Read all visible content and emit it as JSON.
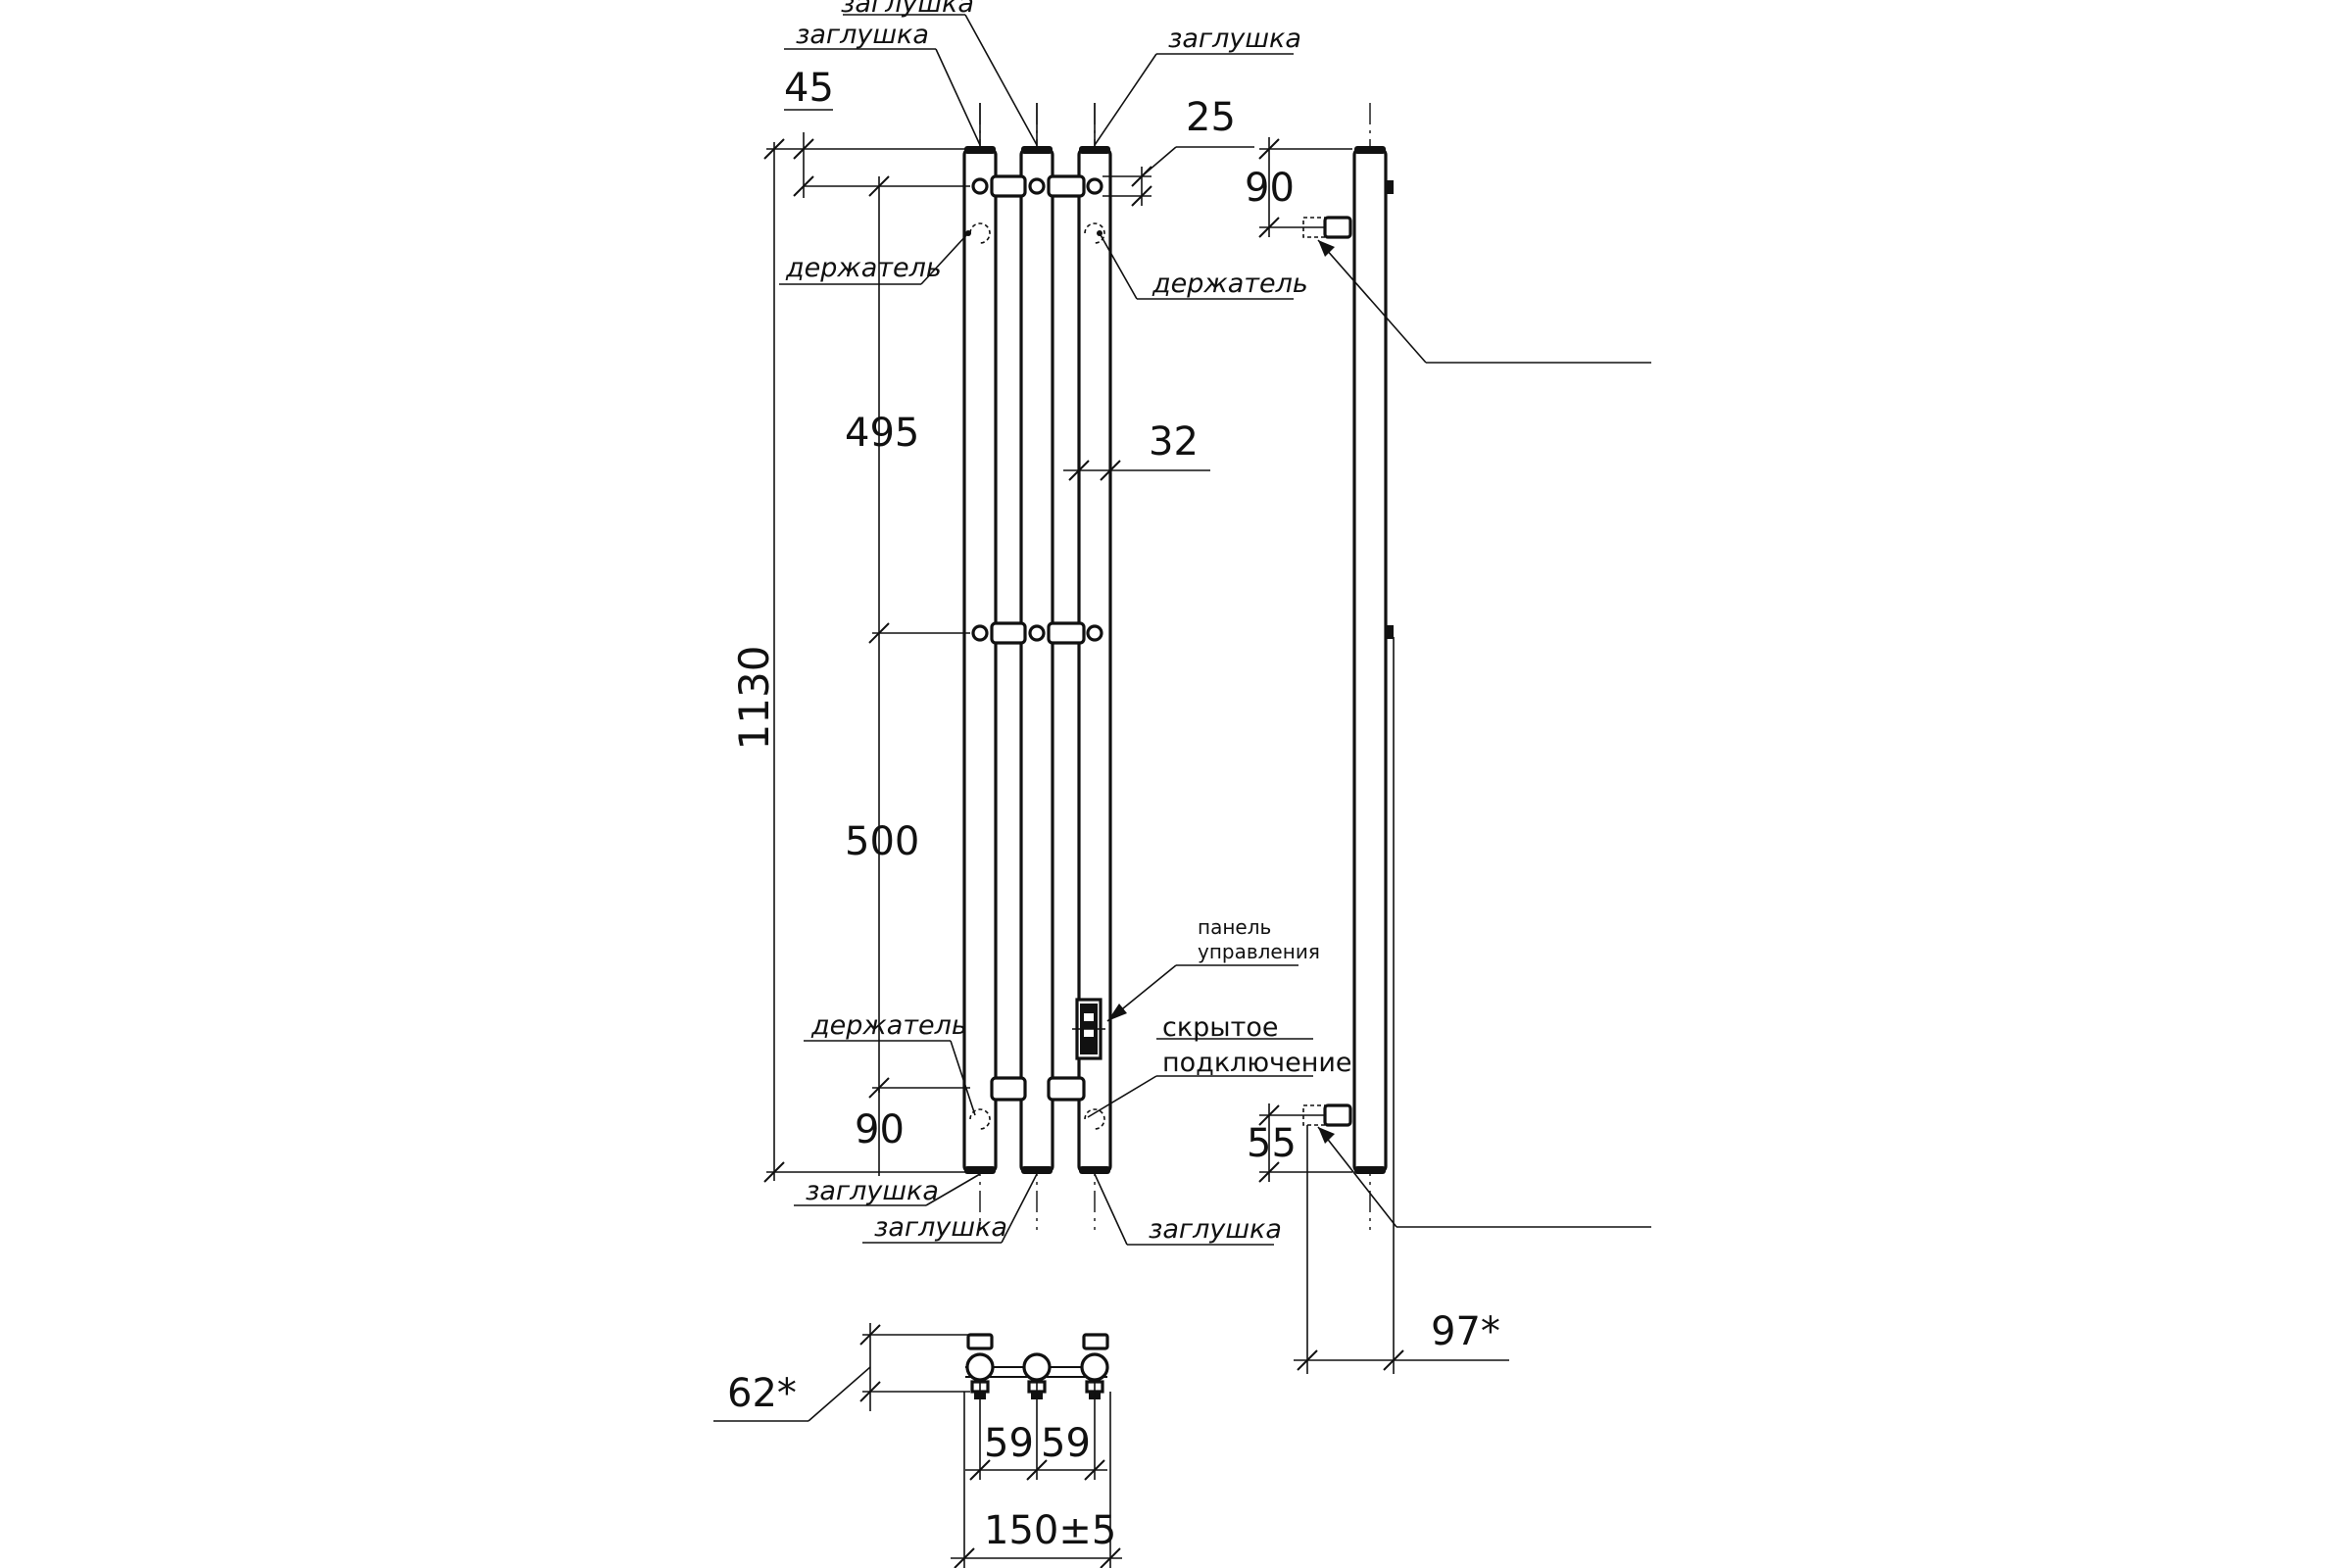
{
  "labels": {
    "cap": "заглушка",
    "holder": "держатель",
    "panel_line1": "панель",
    "panel_line2": "управления",
    "hidden_line1": "скрытое",
    "hidden_line2": "подключение"
  },
  "dimensions": {
    "d45": "45",
    "d25": "25",
    "d32": "32",
    "d495": "495",
    "d500": "500",
    "d1130": "1130",
    "d90_front": "90",
    "d90_side": "90",
    "d55": "55",
    "d97": "97*",
    "d62": "62*",
    "d59a": "59",
    "d59b": "59",
    "d150": "150±5"
  },
  "colors": {
    "line": "#111111",
    "background": "#ffffff"
  }
}
